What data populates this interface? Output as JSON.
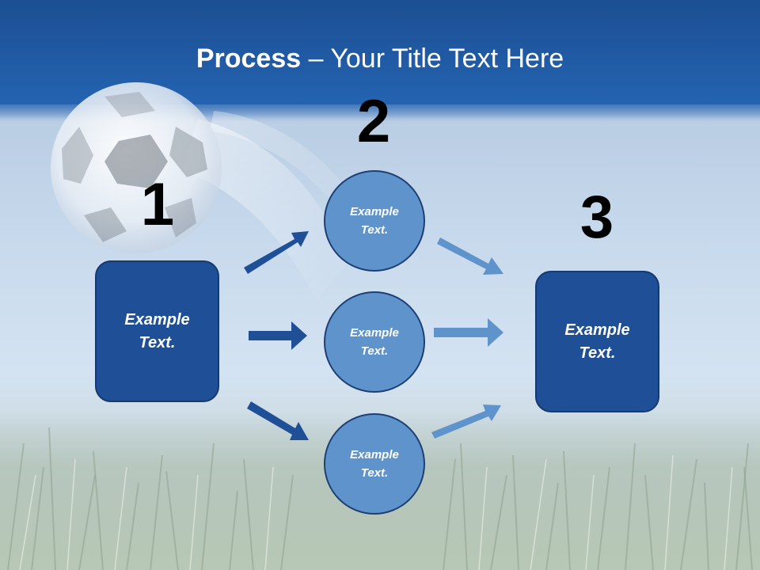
{
  "title": {
    "bold": "Process",
    "separator": " – ",
    "rest": "Your Title Text Here"
  },
  "steps": {
    "one": "1",
    "two": "2",
    "three": "3"
  },
  "left_box": {
    "label": "Example\nText."
  },
  "right_box": {
    "label": "Example\nText."
  },
  "circles": [
    {
      "label": "Example\nText."
    },
    {
      "label": "Example\nText."
    },
    {
      "label": "Example\nText."
    }
  ],
  "colors": {
    "header": "#2463b1",
    "box_fill": "#1f4f97",
    "circle_fill": "#5f93cb",
    "arrow_dark": "#1f4f97",
    "arrow_light": "#5f93cb"
  },
  "decor": {
    "ball": "soccer-ball",
    "grass": "grass-field"
  }
}
